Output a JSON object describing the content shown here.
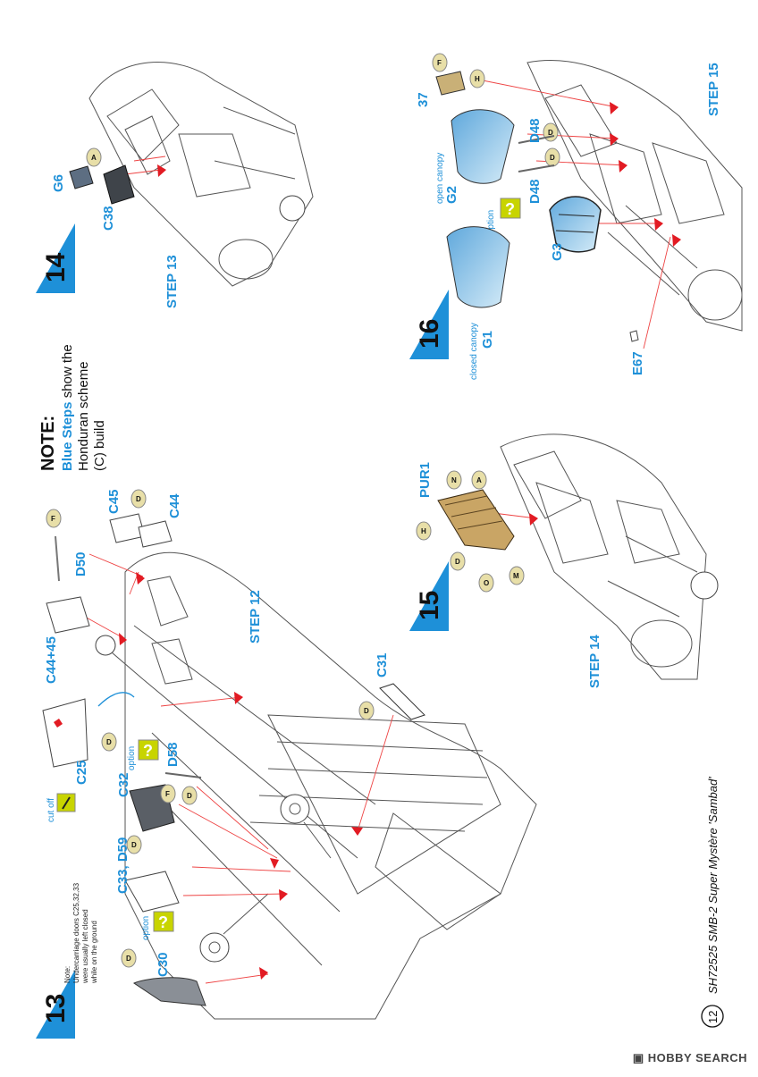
{
  "sections": {
    "s13": {
      "number": "13",
      "step": "STEP 12"
    },
    "s14": {
      "number": "14",
      "step": "STEP 13"
    },
    "s15": {
      "number": "15",
      "step": "STEP 14"
    },
    "s16": {
      "number": "16",
      "step": "STEP 15"
    }
  },
  "note": {
    "title": "NOTE:",
    "highlight": "Blue Steps",
    "line1_rest": " show the",
    "line2": "Honduran scheme",
    "line3": "(C) build"
  },
  "undercarriage_note": {
    "line1": "Note:",
    "line2": "Undercarriage doors C25,32,33",
    "line3": "were usually left closed",
    "line4": "while on the ground"
  },
  "parts13": {
    "c30": "C30",
    "c33_d59": "C33, D59",
    "c32": "C32",
    "d58": "D58",
    "c25": "C25",
    "c44_45": "C44+45",
    "d50": "D50",
    "c45": "C45",
    "c44": "C44",
    "c31": "C31",
    "cut_off": "cut off",
    "option": "option"
  },
  "parts14": {
    "g6": "G6",
    "c38": "C38"
  },
  "parts15": {
    "pur1": "PUR1"
  },
  "parts16": {
    "p37": "37",
    "d48a": "D48",
    "d48b": "D48",
    "g2": "G2",
    "g1": "G1",
    "g3": "G3",
    "e67": "E67",
    "open_canopy": "open canopy",
    "closed_canopy": "closed canopy",
    "option": "option"
  },
  "tags": {
    "d": "D",
    "f": "F",
    "a": "A",
    "h": "H",
    "n": "N",
    "o": "O",
    "m": "M"
  },
  "footer": {
    "page_number": "12",
    "title": "SH72525 SMB-2 Super Mystère 'Sambad'",
    "brand": "HOBBY SEARCH"
  },
  "colors": {
    "accent_blue": "#1e90d8",
    "arrow_red": "#e21b23",
    "option_green": "#c8d400",
    "tag_beige": "#e8dfa8",
    "canopy_blue": "#9ccbe8"
  }
}
